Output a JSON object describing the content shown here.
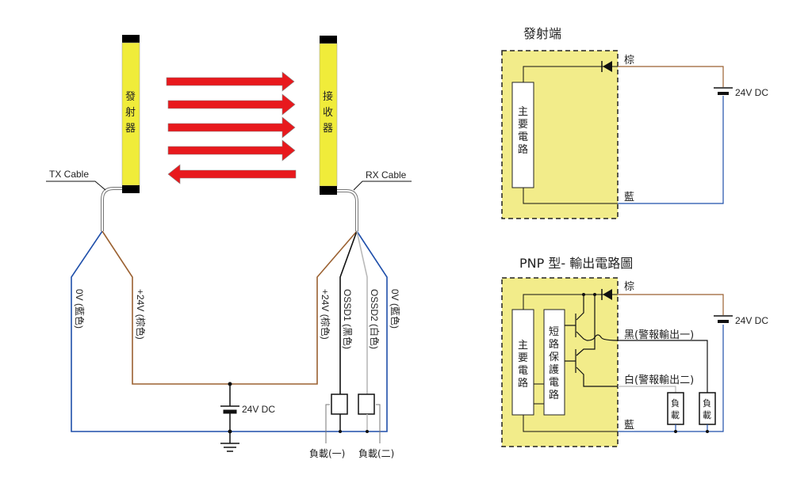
{
  "left_diagram": {
    "emitter_label": "發射器",
    "receiver_label": "接收器",
    "tx_cable": "TX Cable",
    "rx_cable": "RX Cable",
    "wires_tx": [
      {
        "label": "0V (藍色)",
        "color": "#1f4faa"
      },
      {
        "label": "+24V (棕色)",
        "color": "#9b6131"
      }
    ],
    "wires_rx": [
      {
        "label": "+24V (棕色)",
        "color": "#9b6131"
      },
      {
        "label": "OSSD1 (黑色)",
        "color": "#111111"
      },
      {
        "label": "OSSD2 (白色)",
        "color": "#b9b9b9"
      },
      {
        "label": "0V (藍色)",
        "color": "#1f4faa"
      }
    ],
    "power": "24V DC",
    "load1": "負載(一)",
    "load2": "負載(二)"
  },
  "emitter_panel": {
    "title": "發射端",
    "main_circuit": "主要電路",
    "brown": "棕",
    "blue": "藍",
    "power": "24V DC"
  },
  "pnp_panel": {
    "title": "PNP 型- 輸出電路圖",
    "main_circuit": "主要電路",
    "protect_circuit": "短路保護電路",
    "brown": "棕",
    "black_out": "黑(警報輸出一)",
    "white_out": "白(警報輸出二)",
    "blue": "藍",
    "power": "24V DC",
    "load": "負載"
  },
  "colors": {
    "yellow": "#f0ec3a",
    "panel_yellow": "#f2ec8a",
    "arrow_red": "#e8191d",
    "brown": "#9b6131",
    "blue": "#1f4faa",
    "white_wire": "#b9b9b9"
  }
}
